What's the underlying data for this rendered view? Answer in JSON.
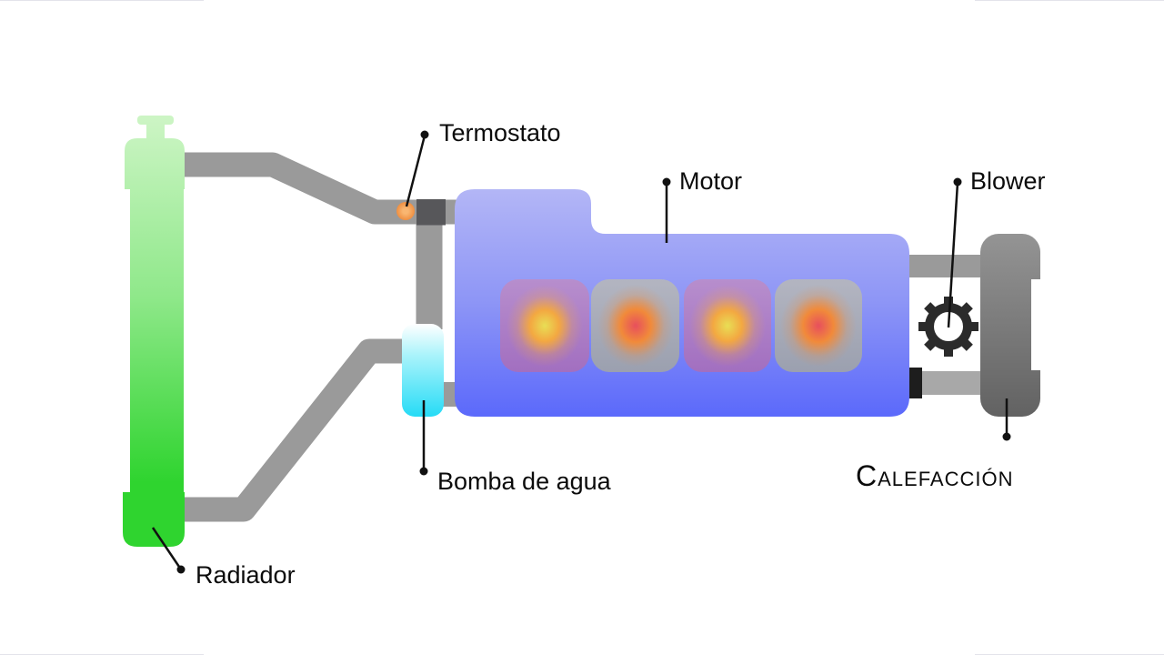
{
  "scene": {
    "type": "engine-cooling-system-diagram",
    "background": "#ffffff"
  },
  "labels": {
    "thermostat": "Termostato",
    "engine": "Motor",
    "blower": "Blower",
    "water_pump": "Bomba de agua",
    "radiator": "Radiador",
    "heater": "Calefacción"
  },
  "icons": {
    "blower": "gear-icon",
    "thermostat": "orange-dot-indicator"
  },
  "colors": {
    "background": "#ffffff",
    "label_text": "#0b0b0b",
    "leader": "#111111",
    "frame_edge": "#e3e3ea",
    "pipe": "#9a9a9a",
    "pipe_light": "#a8a8a8",
    "pipe_junction": "#57575a",
    "connector": "#1d1d1d",
    "radiator_top": "#cdf5c5",
    "radiator_mid": "#8fe88a",
    "radiator_bottom": "#2fd42f",
    "engine_top": "#b3b6f6",
    "engine_mid": "#8d95f6",
    "engine_bottom": "#5b69fb",
    "pump_top": "#ffffff",
    "pump_mid": "#aef4fb",
    "pump_bottom": "#25dbf6",
    "thermostat_inner": "#f9b671",
    "thermostat_outer": "#ef8f41",
    "cylinder_purple_top": "#b78ecd",
    "cylinder_purple_bottom": "#a26fc0",
    "cylinder_gray_top": "#b3b5c1",
    "cylinder_gray_bottom": "#9ba0af",
    "glow_yellow": "#e8de55",
    "glow_orange": "#f3a841",
    "glow_red": "#e74f5d",
    "glow_red_orange": "#f18a3a",
    "gear": "#2b2b2b",
    "heater_top": "#949494",
    "heater_bottom": "#626262"
  }
}
